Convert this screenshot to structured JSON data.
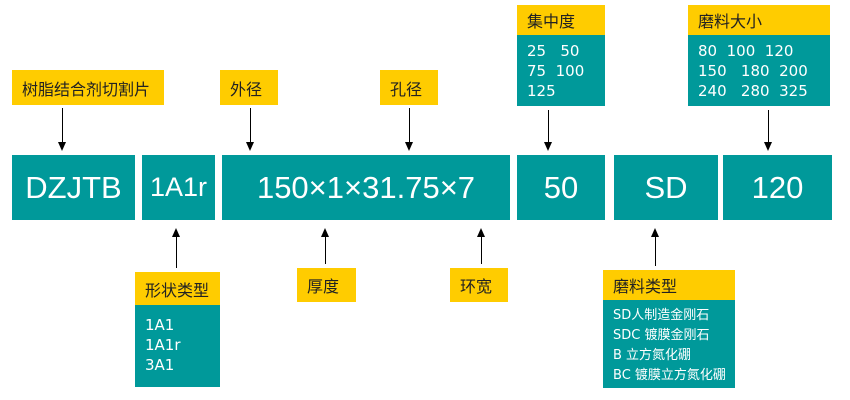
{
  "main": [
    "DZJTB",
    "1A1r",
    "150×1×31.75×7",
    "50",
    "SD",
    "120"
  ],
  "labels": {
    "product": "树脂结合剂切割片",
    "outer": "外径",
    "hole": "孔径",
    "concentration": "集中度",
    "grit": "磨料大小",
    "shape": "形状类型",
    "thickness": "厚度",
    "ring": "环宽",
    "abrasive": "磨料类型"
  },
  "concentration_values": [
    "25   50",
    "75  100",
    "125"
  ],
  "grit_values": [
    "80  100  120",
    "150   180  200",
    "240   280  325"
  ],
  "shape_values": [
    "1A1",
    "1A1r",
    "3A1"
  ],
  "abrasive_values": [
    "SD人制造金刚石",
    "SDC 镀膜金刚石",
    "B 立方氮化硼",
    "BC 镀膜立方氮化硼"
  ],
  "colors": {
    "teal": "#00999a",
    "yellow": "#ffcc00"
  }
}
